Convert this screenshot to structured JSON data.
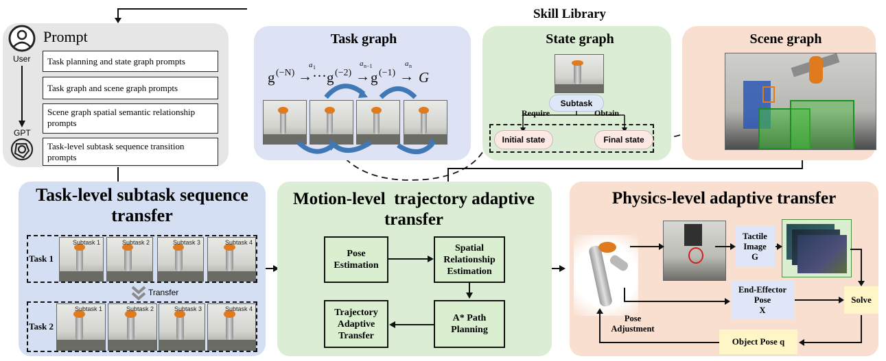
{
  "prompt": {
    "title": "Prompt",
    "user_label": "User",
    "gpt_label": "GPT",
    "items": [
      "Task planning and state graph prompts",
      "Task graph and scene graph prompts",
      "Scene graph spatial semantic relationship prompts",
      "Task-level subtask sequence transition prompts"
    ]
  },
  "skill_library": {
    "title": "Skill Library",
    "task_graph": {
      "title": "Task graph"
    },
    "state_graph": {
      "title": "State graph",
      "subtask": "Subtask",
      "require": "Require",
      "obtain": "Obtain",
      "initial_state": "Initial state",
      "final_state": "Final state"
    },
    "scene_graph": {
      "title": "Scene graph"
    }
  },
  "task_level": {
    "title": "Task-level subtask sequence transfer",
    "task1": "Task 1",
    "task2": "Task 2",
    "transfer": "Transfer",
    "subtasks": [
      "Subtask 1",
      "Subtask 2",
      "Subtask 3",
      "Subtask 4"
    ]
  },
  "motion_level": {
    "title": "Motion-level  trajectory adaptive transfer",
    "pose_estimation": "Pose\nEstimation",
    "spatial": "Spatial\nRelationship\nEstimation",
    "astar": "A* Path\nPlanning",
    "trajectory": "Trajectory\nAdaptive\nTransfer"
  },
  "physics_level": {
    "title": "Physics-level adaptive transfer",
    "tactile": "Tactile\nImage\nG",
    "end_effector": "End-Effector\nPose\nX",
    "solve": "Solve",
    "object_pose": "Object Pose q",
    "pose_adjustment": "Pose\nAdjustment"
  },
  "colors": {
    "library_bg": "#e6e6e6",
    "task_graph_bg": "#dde3f4",
    "state_graph_bg": "#dcedd5",
    "scene_graph_bg": "#f8dfcf",
    "task_level_bg": "#d5dff3",
    "motion_level_bg": "#dcedd5",
    "physics_level_bg": "#f8dfcf"
  }
}
